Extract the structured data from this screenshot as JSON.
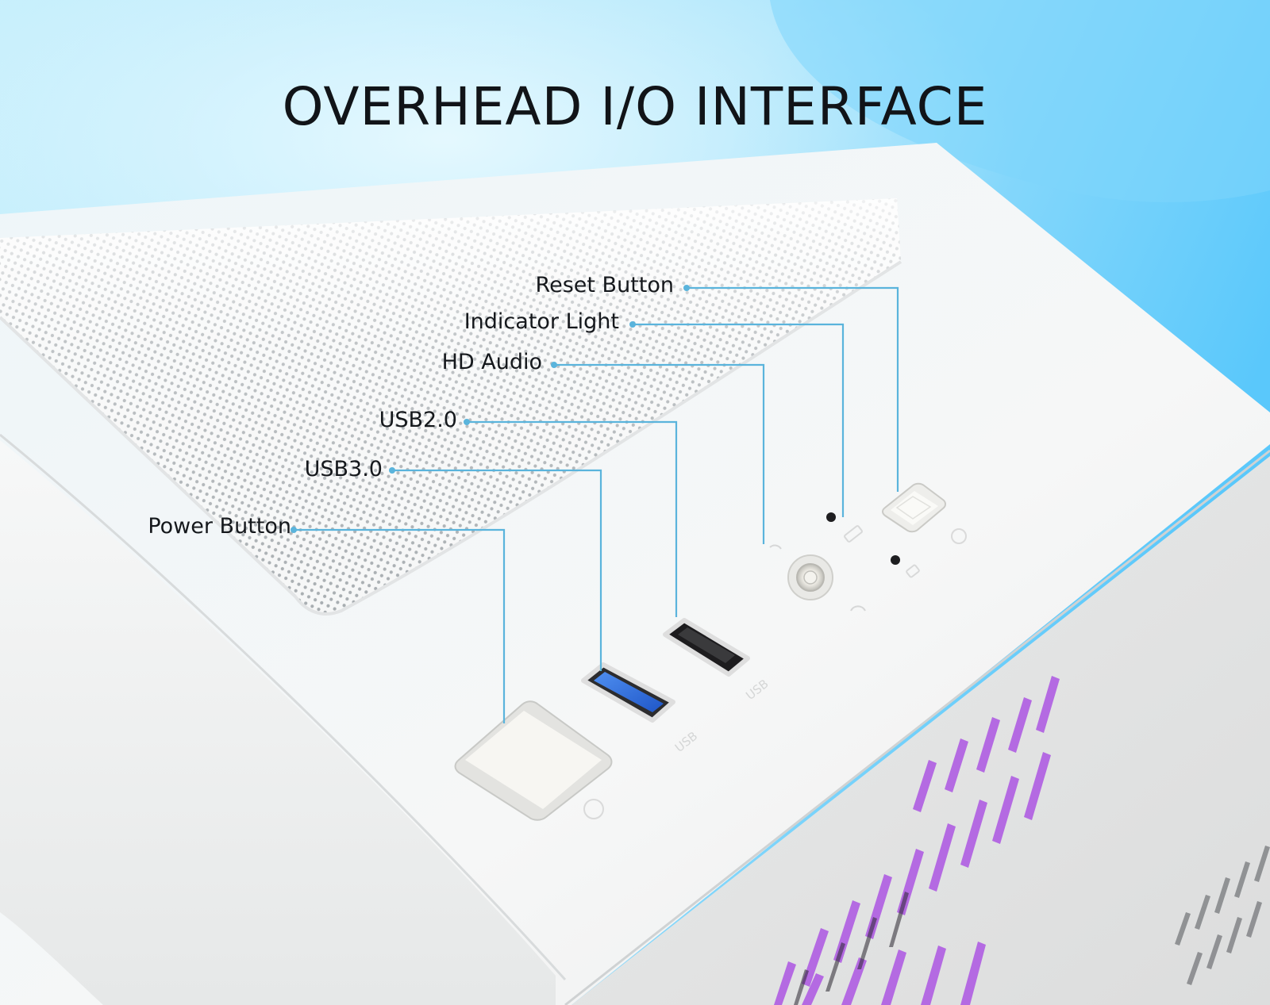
{
  "headline": "OVERHEAD I/O INTERFACE",
  "callouts": {
    "reset": "Reset Button",
    "indicator": "Indicator Light",
    "audio": "HD Audio",
    "usb2": "USB2.0",
    "usb3": "USB3.0",
    "power": "Power Button"
  },
  "engravings": {
    "usb3_port": "USB",
    "usb2_port": "USB"
  },
  "colors": {
    "sky_light": "#c9f1fd",
    "sky_deep": "#5cc9fb",
    "callout_line": "#5ab4dc",
    "case_white": "#f4f5f4",
    "usb3_blue": "#2f6fe0",
    "vent_purple": "#b36ae0"
  }
}
